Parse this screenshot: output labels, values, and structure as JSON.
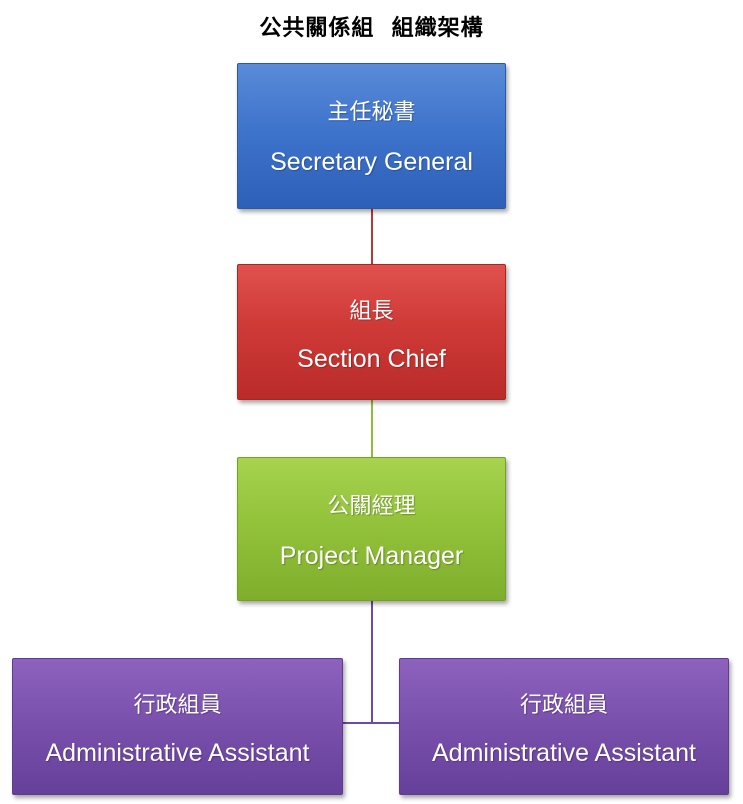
{
  "title": "公共關係組  組織架構",
  "colors": {
    "secretary_general": "#3f74cc",
    "section_chief": "#cf3a37",
    "project_manager": "#93c23b",
    "administrative_assistant": "#7a51ad",
    "connector_red": "#b33a38",
    "connector_green": "#8fbd3b",
    "connector_purple": "#6f4a9e"
  },
  "nodes": {
    "secretary_general": {
      "zh": "主任秘書",
      "en": "Secretary General"
    },
    "section_chief": {
      "zh": "組長",
      "en": "Section Chief"
    },
    "project_manager": {
      "zh": "公關經理",
      "en": "Project Manager"
    },
    "administrative_assistants": [
      {
        "zh": "行政組員",
        "en": "Administrative Assistant"
      },
      {
        "zh": "行政組員",
        "en": "Administrative Assistant"
      }
    ]
  }
}
